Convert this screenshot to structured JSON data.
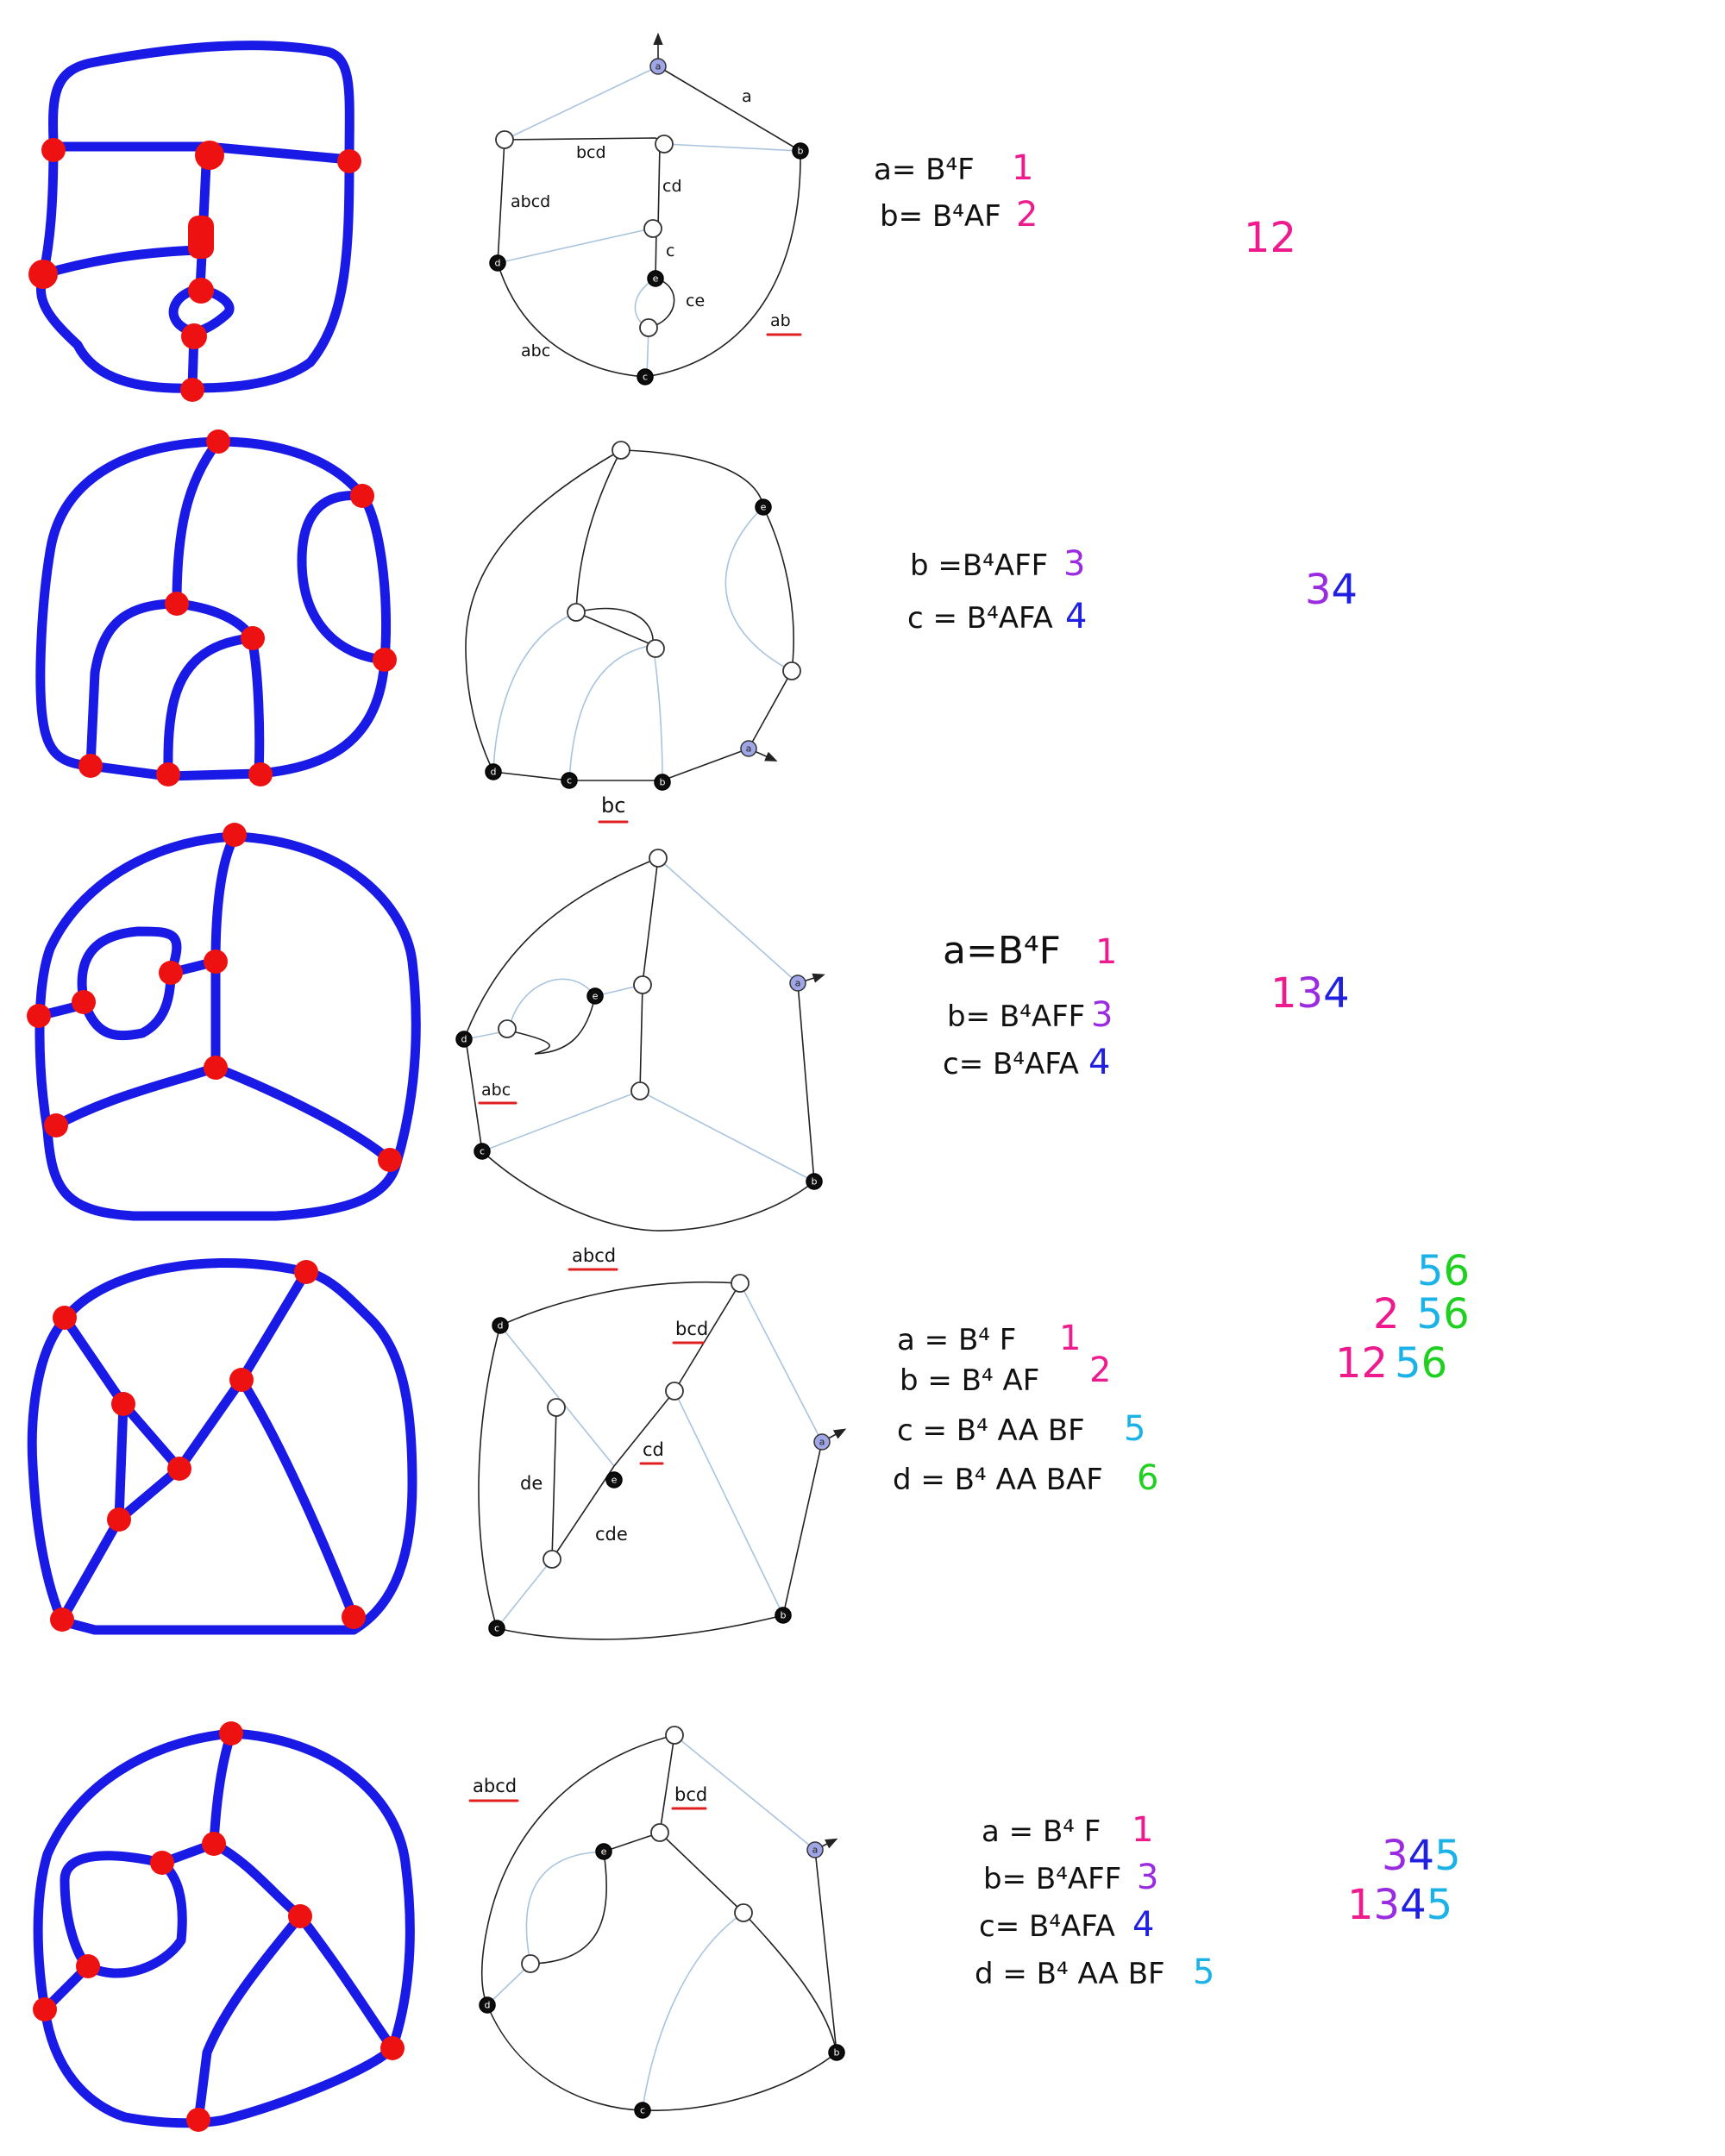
{
  "colors": {
    "pink": "#ee1b8e",
    "purple": "#9a2be0",
    "blue": "#2020e0",
    "cyan": "#1bb2e8",
    "green": "#20d020",
    "underline": "#e02020",
    "sketch": "#1a1ae6",
    "vertex": "#ee1111"
  },
  "rows": [
    {
      "edge_labels": [
        "a",
        "bcd",
        "abcd",
        "cd",
        "c",
        "ce",
        "ab",
        "abc"
      ],
      "node_labels": [
        "a",
        "b",
        "d",
        "e",
        "c"
      ],
      "formulas": [
        {
          "text": "a= B⁴F",
          "num": "1"
        },
        {
          "text": "b= B⁴AF",
          "num": "2"
        }
      ],
      "totals": [
        "12"
      ]
    },
    {
      "edge_labels": [
        "bc"
      ],
      "node_labels": [
        "e",
        "a",
        "d",
        "c",
        "b"
      ],
      "formulas": [
        {
          "text": "b =B⁴AFF",
          "num": "3"
        },
        {
          "text": "c = B⁴AFA",
          "num": "4"
        }
      ],
      "totals": [
        "34"
      ]
    },
    {
      "edge_labels": [
        "abc"
      ],
      "node_labels": [
        "a",
        "e",
        "d",
        "c",
        "b"
      ],
      "formulas": [
        {
          "text": "a=B⁴F",
          "num": "1"
        },
        {
          "text": "b= B⁴AFF",
          "num": "3"
        },
        {
          "text": "c= B⁴AFA",
          "num": "4"
        }
      ],
      "totals": [
        "134"
      ]
    },
    {
      "edge_labels": [
        "abcd",
        "bcd",
        "cd",
        "de",
        "cde"
      ],
      "node_labels": [
        "d",
        "a",
        "e",
        "c",
        "b"
      ],
      "formulas": [
        {
          "text": "a = B⁴ F",
          "num": "1"
        },
        {
          "text": "b = B⁴ AF",
          "num": "2"
        },
        {
          "text": "c = B⁴ AA BF",
          "num": "5"
        },
        {
          "text": "d = B⁴ AA BAF",
          "num": "6"
        }
      ],
      "totals": [
        "56",
        "256",
        "1256"
      ]
    },
    {
      "edge_labels": [
        "abcd",
        "bcd"
      ],
      "node_labels": [
        "a",
        "e",
        "d",
        "b",
        "c"
      ],
      "formulas": [
        {
          "text": "a = B⁴ F",
          "num": "1"
        },
        {
          "text": "b= B⁴AFF",
          "num": "3"
        },
        {
          "text": "c= B⁴AFA",
          "num": "4"
        },
        {
          "text": "d = B⁴ AA BF",
          "num": "5"
        }
      ],
      "totals": [
        "345",
        "1345"
      ]
    }
  ]
}
